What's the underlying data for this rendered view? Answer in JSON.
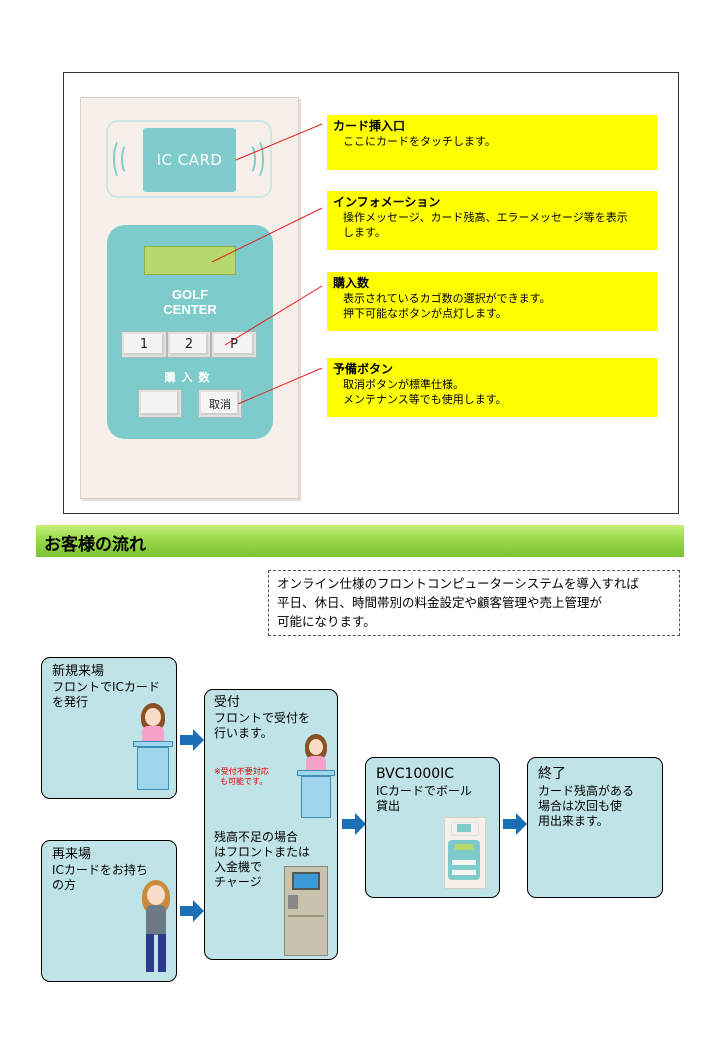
{
  "device": {
    "card_label": "IC CARD",
    "brand_line1": "GOLF",
    "brand_line2": "CENTER",
    "buttons": [
      "1",
      "2",
      "P"
    ],
    "buy_label": "購入数",
    "cancel_label": "取消"
  },
  "callouts": [
    {
      "title": "カード挿入口",
      "lines": [
        "ここにカードをタッチします。"
      ]
    },
    {
      "title": "インフォメーション",
      "lines": [
        "操作メッセージ、カード残高、エラーメッセージ等を表示",
        "します。"
      ]
    },
    {
      "title": "購入数",
      "lines": [
        "表示されているカゴ数の選択ができます。",
        "押下可能なボタンが点灯します。"
      ]
    },
    {
      "title": "予備ボタン",
      "lines": [
        "取消ボタンが標準仕様。",
        "メンテナンス等でも使用します。"
      ]
    }
  ],
  "section_title": "お客様の流れ",
  "note_lines": [
    "オンライン仕様のフロントコンピューターシステムを導入すれば",
    "平日、休日、時間帯別の料金設定や顧客管理や売上管理が",
    "可能になります。"
  ],
  "flow": {
    "new_visit": {
      "title": "新規来場",
      "lines": [
        "フロントでICカード",
        "を発行"
      ]
    },
    "repeat_visit": {
      "title": "再来場",
      "lines": [
        "ICカードをお持ち",
        "の方"
      ]
    },
    "reception": {
      "title": "受付",
      "lines": [
        "フロントで受付を",
        "行います。"
      ],
      "red_lines": [
        "※受付不要対応",
        "も可能です。"
      ],
      "charge_lines": [
        "残高不足の場合",
        "はフロントまたは",
        "入金機で",
        "チャージ"
      ]
    },
    "dispense": {
      "title": "BVC1000IC",
      "lines": [
        "ICカードでボール",
        "貸出"
      ]
    },
    "end": {
      "title": "終了",
      "lines": [
        "カード残高がある",
        "場合は次回も使",
        "用出来ます。"
      ]
    }
  },
  "colors": {
    "callout": "#ffff00",
    "device_teal": "#7ecbcb",
    "flow_box": "#bfe3e6",
    "arrow": "#1a6fb5",
    "section_green": "#99d94a"
  }
}
